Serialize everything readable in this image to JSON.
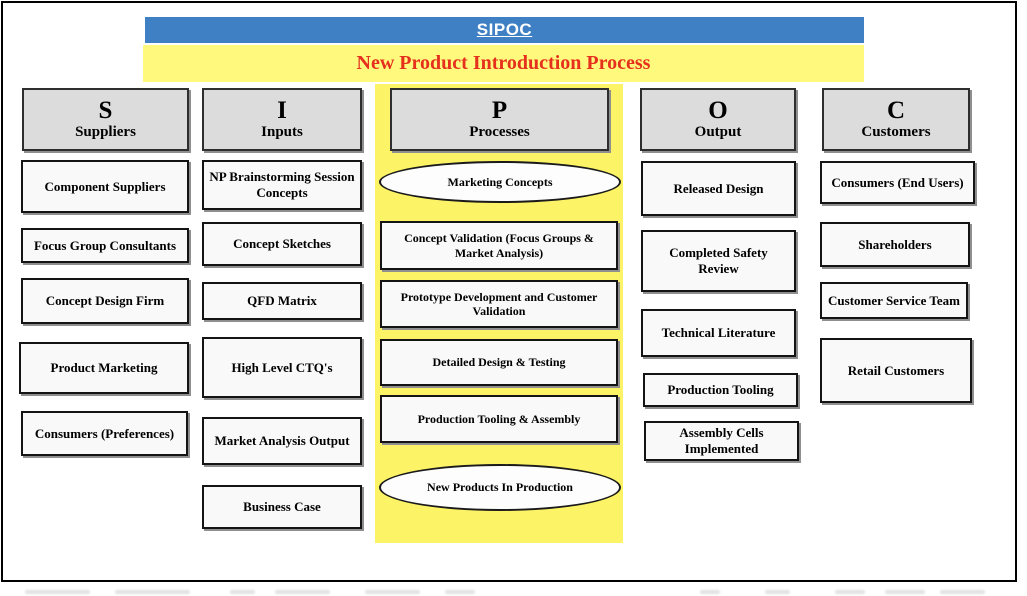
{
  "header": {
    "banner_title": "SIPOC",
    "process_title": "New Product Introduction Process"
  },
  "colors": {
    "banner_blue": "#3E80C3",
    "banner_yellow": "#FFF97D",
    "process_band_yellow": "#FCF366",
    "title_red": "#E5301D",
    "header_gray": "#DCDCDC"
  },
  "columns": [
    {
      "letter": "S",
      "label": "Suppliers",
      "items": [
        {
          "type": "box",
          "label": "Component Suppliers"
        },
        {
          "type": "box",
          "label": "Focus Group Consultants"
        },
        {
          "type": "box",
          "label": "Concept Design Firm"
        },
        {
          "type": "box",
          "label": "Product Marketing"
        },
        {
          "type": "box",
          "label": "Consumers (Preferences)"
        }
      ]
    },
    {
      "letter": "I",
      "label": "Inputs",
      "items": [
        {
          "type": "box",
          "label": "NP Brainstorming Session Concepts"
        },
        {
          "type": "box",
          "label": "Concept Sketches"
        },
        {
          "type": "box",
          "label": "QFD Matrix"
        },
        {
          "type": "box",
          "label": "High Level CTQ's"
        },
        {
          "type": "box",
          "label": "Market Analysis Output"
        },
        {
          "type": "box",
          "label": "Business Case"
        }
      ]
    },
    {
      "letter": "P",
      "label": "Processes",
      "items": [
        {
          "type": "ellipse",
          "label": "Marketing Concepts"
        },
        {
          "type": "box",
          "label": "Concept Validation (Focus Groups & Market Analysis)"
        },
        {
          "type": "box",
          "label": "Prototype Development and Customer Validation"
        },
        {
          "type": "box",
          "label": "Detailed Design & Testing"
        },
        {
          "type": "box",
          "label": "Production Tooling & Assembly"
        },
        {
          "type": "ellipse",
          "label": "New Products In Production"
        }
      ]
    },
    {
      "letter": "O",
      "label": "Output",
      "items": [
        {
          "type": "box",
          "label": "Released Design"
        },
        {
          "type": "box",
          "label": "Completed Safety Review"
        },
        {
          "type": "box",
          "label": "Technical Literature"
        },
        {
          "type": "box",
          "label": "Production Tooling"
        },
        {
          "type": "box",
          "label": "Assembly Cells Implemented"
        }
      ]
    },
    {
      "letter": "C",
      "label": "Customers",
      "items": [
        {
          "type": "box",
          "label": "Consumers (End Users)"
        },
        {
          "type": "box",
          "label": "Shareholders"
        },
        {
          "type": "box",
          "label": "Customer Service Team"
        },
        {
          "type": "box",
          "label": "Retail Customers"
        }
      ]
    }
  ]
}
